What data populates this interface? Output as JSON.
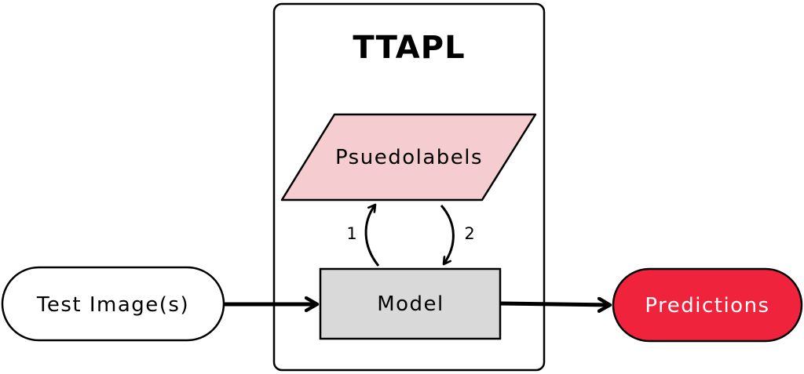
{
  "container": {
    "title": "TTAPL"
  },
  "nodes": {
    "input": {
      "label": "Test Image(s)"
    },
    "model": {
      "label": "Model",
      "fill": "#d9d9d9"
    },
    "pseudolabels": {
      "label": "Psuedolabels",
      "fill": "#f5cdd0"
    },
    "output": {
      "label": "Predictions",
      "fill": "#ef233c",
      "text_color": "#ffffff"
    }
  },
  "edges": {
    "step_1": {
      "label": "1"
    },
    "step_2": {
      "label": "2"
    }
  }
}
